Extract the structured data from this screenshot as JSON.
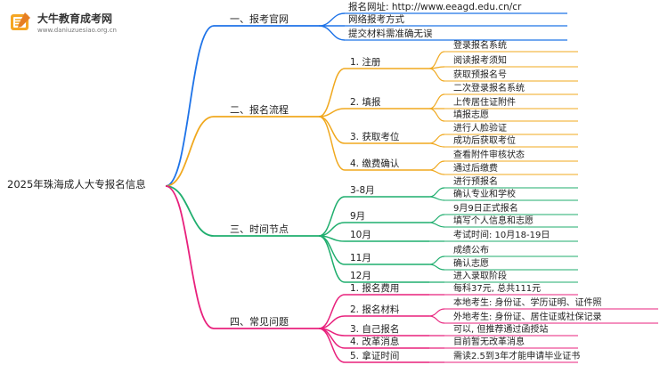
{
  "logo": {
    "name": "大牛教育成考网",
    "url": "www.daniuzuesiao.org.cn"
  },
  "colors": {
    "blue": "#1e73e8",
    "orange": "#f0a81e",
    "green": "#1fae6e",
    "pink": "#e8207c",
    "magenta": "#cc1f8f"
  },
  "mindmap": {
    "root": "2025年珠海成人大专报名信息",
    "branches": [
      {
        "label": "一、报考官网",
        "color_key": "blue",
        "children": [
          {
            "label": "报名网址: http://www.eeagd.edu.cn/cr"
          },
          {
            "label": "网络报考方式"
          },
          {
            "label": "提交材料需准确无误"
          }
        ]
      },
      {
        "label": "二、报名流程",
        "color_key": "orange",
        "children": [
          {
            "label": "1. 注册",
            "children": [
              "登录报名系统",
              "阅读报考须知",
              "获取预报名号"
            ]
          },
          {
            "label": "2. 填报",
            "children": [
              "二次登录报名系统",
              "上传居住证附件",
              "填报志愿"
            ]
          },
          {
            "label": "3. 获取考位",
            "children": [
              "进行人脸验证",
              "成功后获取考位"
            ]
          },
          {
            "label": "4. 缴费确认",
            "children": [
              "查看附件审核状态",
              "通过后缴费"
            ]
          }
        ]
      },
      {
        "label": "三、时间节点",
        "color_key": "green",
        "children": [
          {
            "label": "3-8月",
            "children": [
              "进行预报名",
              "确认专业和学校"
            ]
          },
          {
            "label": "9月",
            "children": [
              "9月9日正式报名",
              "填写个人信息和志愿"
            ]
          },
          {
            "label": "10月",
            "children": [
              "考试时间: 10月18-19日"
            ]
          },
          {
            "label": "11月",
            "children": [
              "成绩公布",
              "确认志愿"
            ]
          },
          {
            "label": "12月",
            "children": [
              "进入录取阶段"
            ]
          }
        ]
      },
      {
        "label": "四、常见问题",
        "color_key": "pink",
        "children": [
          {
            "label": "1. 报名费用",
            "children": [
              "每科37元, 总共111元"
            ]
          },
          {
            "label": "2. 报名材料",
            "children": [
              "本地考生: 身份证、学历证明、证件照",
              "外地考生: 身份证、居住证或社保记录"
            ]
          },
          {
            "label": "3. 自己报名",
            "children": [
              "可以, 但推荐通过函授站"
            ]
          },
          {
            "label": "4. 改革消息",
            "children": [
              "目前暂无改革消息"
            ]
          },
          {
            "label": "5. 拿证时间",
            "children": [
              "需读2.5到3年才能申请毕业证书"
            ]
          }
        ]
      }
    ]
  }
}
